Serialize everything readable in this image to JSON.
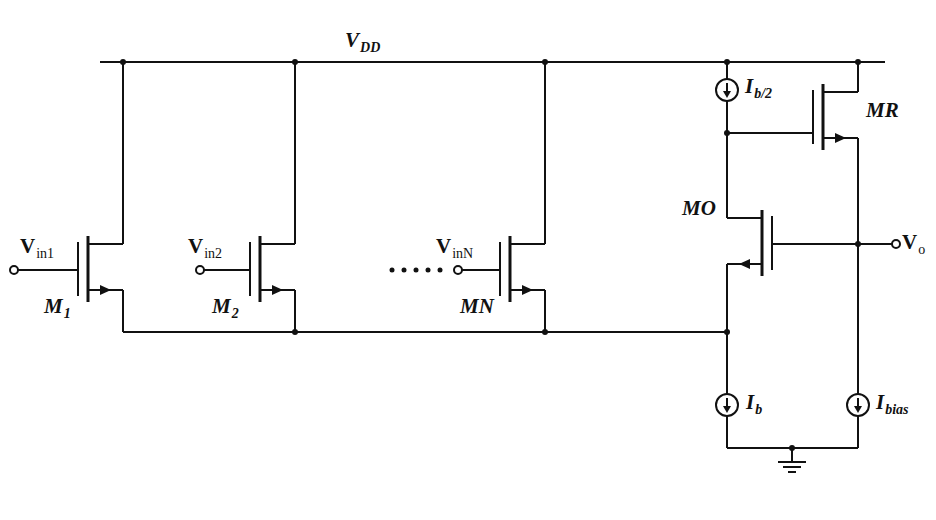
{
  "diagram": {
    "labels": [
      "V",
      "DD",
      "V",
      "in1",
      "V",
      "in2",
      "V",
      "inN",
      "M",
      "1",
      "M",
      "2",
      "MN",
      "I",
      "b/2",
      "MR",
      "MO",
      "V",
      "o",
      "I",
      "b",
      "I",
      "bias"
    ]
  }
}
